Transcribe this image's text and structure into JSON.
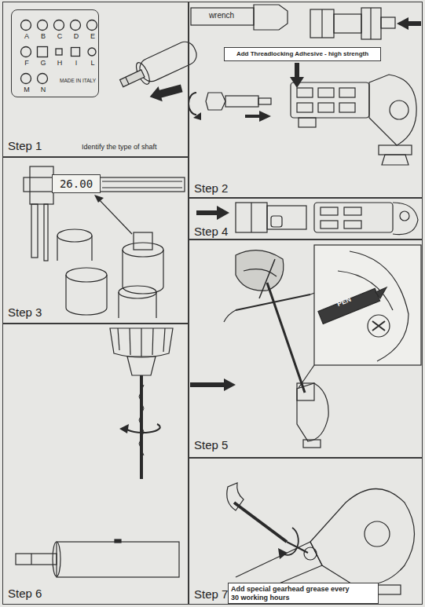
{
  "diagram": {
    "nodes": [
      {
        "text": [
          "Step 1",
          "Identify the type of shaft"
        ]
      },
      {
        "text": [
          "A",
          "B",
          "C",
          "D",
          "E",
          "F",
          "G",
          "H",
          "I",
          "L",
          "M",
          "N",
          "MADE IN ITALY"
        ],
        "in": 0
      },
      {
        "text": [
          "Step 2"
        ]
      },
      {
        "text": [
          "Add Threadlocking Adhesive - high strength"
        ],
        "in": 2
      },
      {
        "text": [
          "Step 3"
        ]
      },
      {
        "text": [
          "26.00"
        ],
        "in": 4
      },
      {
        "text": [
          "Step 4"
        ]
      },
      {
        "text": [
          "Step 5"
        ]
      },
      {
        "text": [
          "Step 6"
        ]
      },
      {
        "text": [
          "Step 7"
        ]
      },
      {
        "text": [
          "Add special gearhead grease every 30 working hours"
        ],
        "in": 9
      }
    ],
    "labels": [
      "wrench",
      "PEN"
    ]
  }
}
